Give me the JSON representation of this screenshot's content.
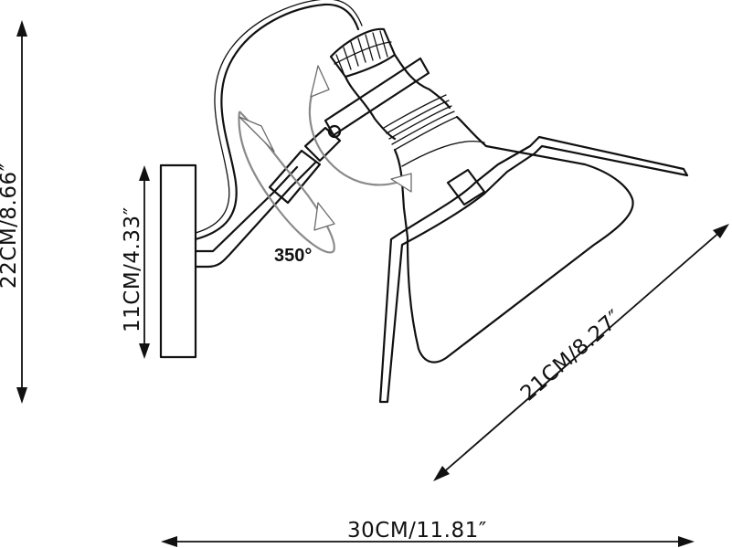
{
  "dimensions": {
    "height_total": "22CM/8.66″",
    "height_plate": "11CM/4.33″",
    "shade_length": "21CM/8.27″",
    "width_total": "30CM/11.81″"
  },
  "rotation": {
    "label": "350°"
  }
}
